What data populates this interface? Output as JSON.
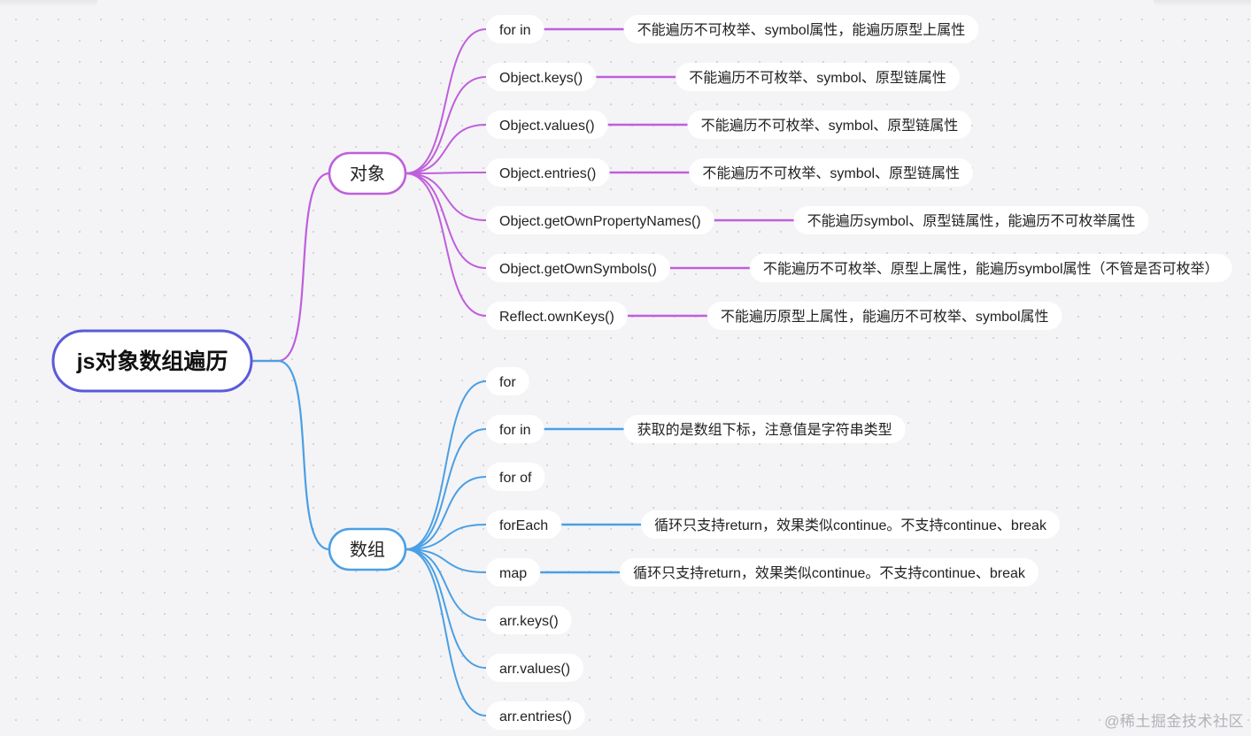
{
  "root": {
    "label": "js对象数组遍历"
  },
  "colors": {
    "root_border": "#5a5adc",
    "object_branch": "#bf5fdc",
    "array_branch": "#4b9fe4",
    "pill_bg": "#ffffff",
    "text": "#222222"
  },
  "branches": [
    {
      "id": "object",
      "label": "对象",
      "color": "#bf5fdc",
      "items": [
        {
          "method": "for in",
          "note": "不能遍历不可枚举、symbol属性，能遍历原型上属性"
        },
        {
          "method": "Object.keys()",
          "note": "不能遍历不可枚举、symbol、原型链属性"
        },
        {
          "method": "Object.values()",
          "note": "不能遍历不可枚举、symbol、原型链属性"
        },
        {
          "method": "Object.entries()",
          "note": "不能遍历不可枚举、symbol、原型链属性"
        },
        {
          "method": "Object.getOwnPropertyNames()",
          "note": "不能遍历symbol、原型链属性，能遍历不可枚举属性"
        },
        {
          "method": "Object.getOwnSymbols()",
          "note": "不能遍历不可枚举、原型上属性，能遍历symbol属性（不管是否可枚举）"
        },
        {
          "method": "Reflect.ownKeys()",
          "note": "不能遍历原型上属性，能遍历不可枚举、symbol属性"
        }
      ]
    },
    {
      "id": "array",
      "label": "数组",
      "color": "#4b9fe4",
      "items": [
        {
          "method": "for",
          "note": ""
        },
        {
          "method": "for in",
          "note": "获取的是数组下标，注意值是字符串类型"
        },
        {
          "method": "for of",
          "note": ""
        },
        {
          "method": "forEach",
          "note": "循环只支持return，效果类似continue。不支持continue、break"
        },
        {
          "method": "map",
          "note": "循环只支持return，效果类似continue。不支持continue、break"
        },
        {
          "method": "arr.keys()",
          "note": ""
        },
        {
          "method": "arr.values()",
          "note": ""
        },
        {
          "method": "arr.entries()",
          "note": ""
        }
      ]
    }
  ],
  "watermark": "@稀土掘金技术社区"
}
